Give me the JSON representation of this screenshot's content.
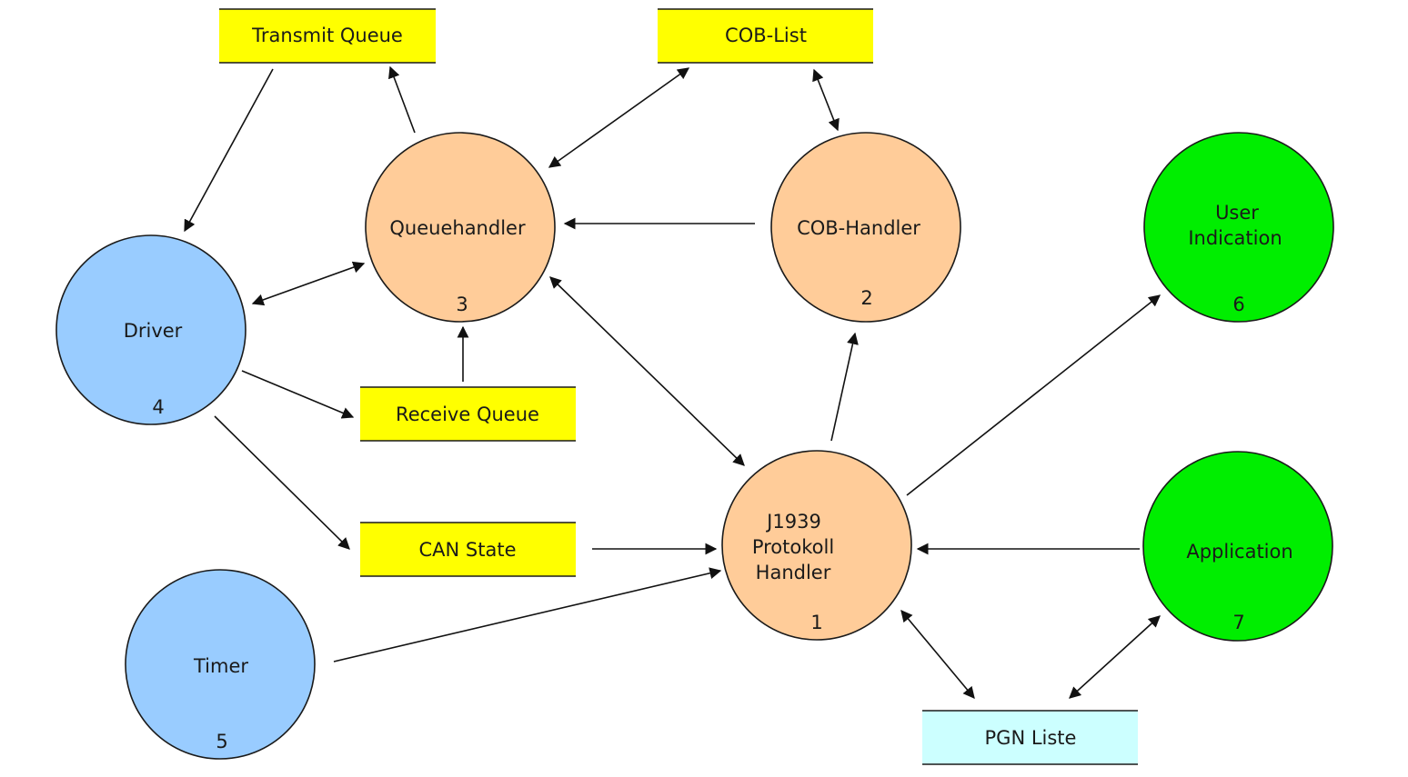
{
  "colors": {
    "blue": "#99ccff",
    "orange": "#ffcc99",
    "green": "#00ee00",
    "yellow": "#ffff00",
    "cyan": "#ccffff",
    "line": "#111111"
  },
  "nodes": {
    "protokoll_handler": {
      "lines": [
        "J1939",
        "Protokoll",
        "Handler"
      ],
      "number": "1"
    },
    "cob_handler": {
      "lines": [
        "COB-Handler"
      ],
      "number": "2"
    },
    "queuehandler": {
      "lines": [
        "Queuehandler"
      ],
      "number": "3"
    },
    "driver": {
      "lines": [
        "Driver"
      ],
      "number": "4"
    },
    "timer": {
      "lines": [
        "Timer"
      ],
      "number": "5"
    },
    "user_indication": {
      "lines": [
        "User",
        "Indication"
      ],
      "number": "6"
    },
    "application": {
      "lines": [
        "Application"
      ],
      "number": "7"
    }
  },
  "stores": {
    "transmit_queue": "Transmit Queue",
    "cob_list": "COB-List",
    "receive_queue": "Receive Queue",
    "can_state": "CAN State",
    "pgn_liste": "PGN Liste"
  }
}
